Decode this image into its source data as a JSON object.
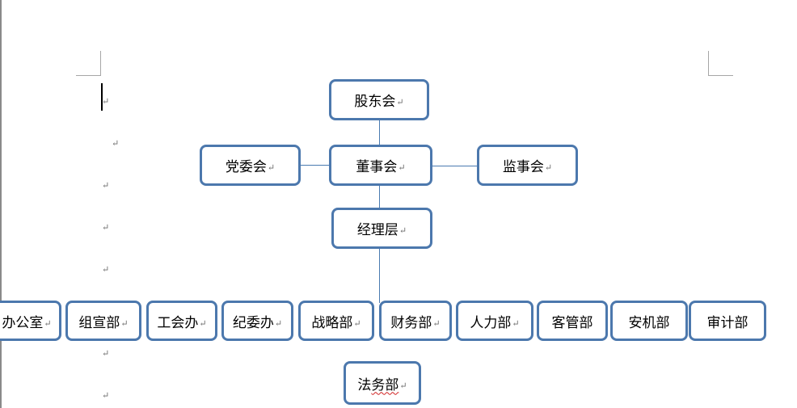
{
  "org": {
    "shareholders": "股东会",
    "board": "董事会",
    "party_committee": "党委会",
    "supervisors": "监事会",
    "management": "经理层",
    "departments": [
      "办公室",
      "组宣部",
      "工会办",
      "纪委办",
      "战略部",
      "财务部",
      "人力部",
      "客管部",
      "安机部",
      "审计部"
    ],
    "legal_prefix": "法",
    "legal_rest": "务部"
  },
  "marks": {
    "paragraph": "↵"
  }
}
